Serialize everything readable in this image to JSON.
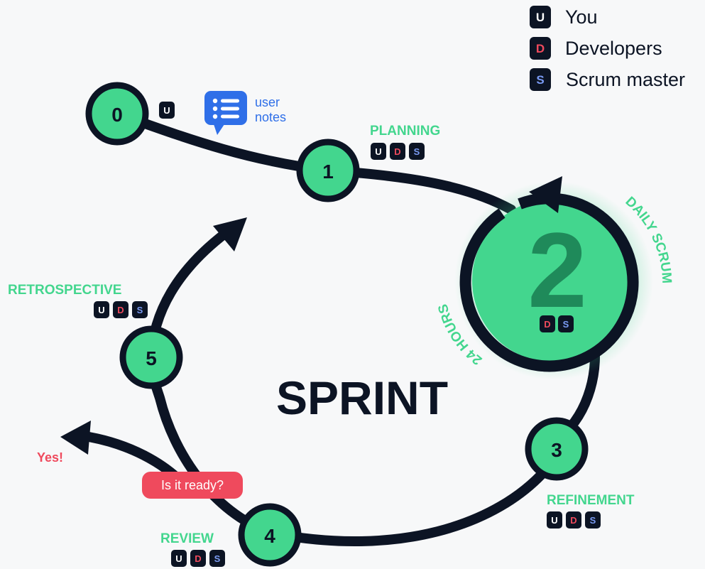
{
  "legend": [
    {
      "badge": "U",
      "label": "You",
      "color": "#ffffff"
    },
    {
      "badge": "D",
      "label": "Developers",
      "color": "#ef4a5d"
    },
    {
      "badge": "S",
      "label": "Scrum master",
      "color": "#7b9cf5"
    }
  ],
  "colors": {
    "dark": "#0c1424",
    "green": "#43d68e",
    "green_dark": "#1f8a5a",
    "red": "#ef4a5d",
    "blue_note": "#2f6fe8"
  },
  "center_title": "SPRINT",
  "user_notes": {
    "icon": "chat-notes-icon",
    "line1": "user",
    "line2": "notes"
  },
  "nodes": {
    "n0": {
      "number": "0"
    },
    "n1": {
      "number": "1",
      "label": "PLANNING"
    },
    "n2": {
      "number": "2",
      "label": "DAILY SCRUM",
      "cycle": "24 HOURS"
    },
    "n3": {
      "number": "3",
      "label": "REFINEMENT"
    },
    "n4": {
      "number": "4",
      "label": "REVIEW"
    },
    "n5": {
      "number": "5",
      "label": "RETROSPECTIVE"
    }
  },
  "decision": {
    "question": "Is it ready?",
    "answer": "Yes!"
  }
}
